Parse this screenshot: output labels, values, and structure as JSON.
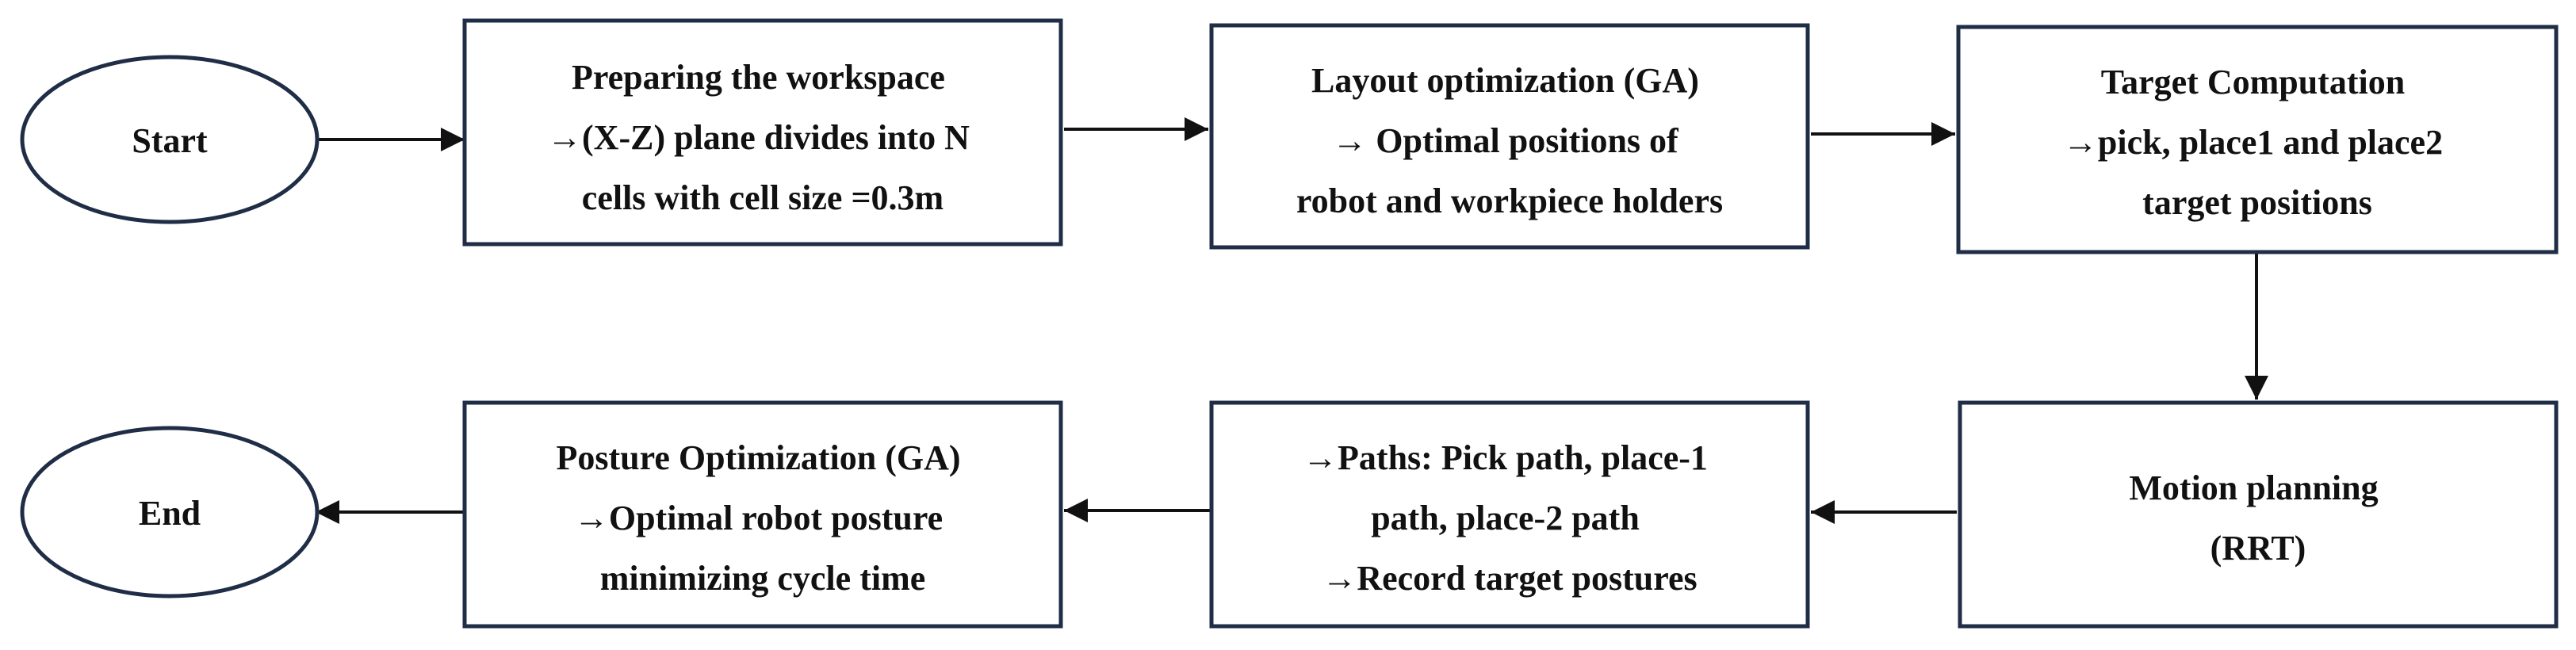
{
  "nodes": {
    "start": {
      "shape": "ellipse",
      "lines": [
        "Start"
      ]
    },
    "prepare": {
      "shape": "box",
      "lines": [
        "Preparing the workspace",
        "→(X-Z) plane divides into N",
        "cells with cell size =0.3m"
      ]
    },
    "layout": {
      "shape": "box",
      "lines": [
        "Layout optimization (GA)",
        "→ Optimal positions of",
        "robot and workpiece holders"
      ]
    },
    "target": {
      "shape": "box",
      "lines": [
        "Target Computation",
        "→pick, place1 and place2",
        "target positions"
      ]
    },
    "motion": {
      "shape": "box",
      "lines": [
        "Motion planning",
        "(RRT)"
      ]
    },
    "paths": {
      "shape": "box",
      "lines": [
        "→Paths: Pick path, place-1",
        "path, place-2 path",
        "→Record target postures"
      ]
    },
    "posture": {
      "shape": "box",
      "lines": [
        "Posture Optimization (GA)",
        "→Optimal robot posture",
        "minimizing cycle time"
      ]
    },
    "end": {
      "shape": "ellipse",
      "lines": [
        "End"
      ]
    }
  },
  "edges": [
    {
      "from": "start",
      "to": "prepare"
    },
    {
      "from": "prepare",
      "to": "layout"
    },
    {
      "from": "layout",
      "to": "target"
    },
    {
      "from": "target",
      "to": "motion"
    },
    {
      "from": "motion",
      "to": "paths"
    },
    {
      "from": "paths",
      "to": "posture"
    },
    {
      "from": "posture",
      "to": "end"
    }
  ],
  "colors": {
    "stroke": "#1f2e46",
    "text": "#111111",
    "background": "#ffffff"
  }
}
